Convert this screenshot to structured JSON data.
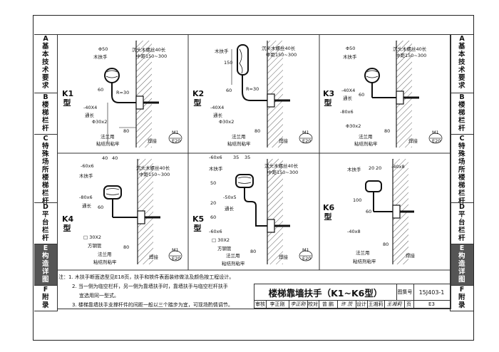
{
  "left_tabs": [
    {
      "letter": "A",
      "label": "基本技术要求",
      "active": false
    },
    {
      "letter": "B",
      "label": "楼梯栏杆",
      "active": false
    },
    {
      "letter": "C",
      "label": "特殊场所楼梯栏杆",
      "active": false
    },
    {
      "letter": "D",
      "label": "平台栏杆",
      "active": false
    },
    {
      "letter": "E",
      "label": "构造详图",
      "active": true
    },
    {
      "letter": "F",
      "label": "附录",
      "active": false
    }
  ],
  "right_tabs": [
    {
      "letter": "A",
      "label": "基本技术要求",
      "active": false
    },
    {
      "letter": "B",
      "label": "楼梯栏杆",
      "active": false
    },
    {
      "letter": "C",
      "label": "特殊场所楼梯栏杆",
      "active": false
    },
    {
      "letter": "D",
      "label": "平台栏杆",
      "active": false
    },
    {
      "letter": "E",
      "label": "构造详图",
      "active": true
    },
    {
      "letter": "F",
      "label": "附录",
      "active": false
    }
  ],
  "panels": [
    {
      "type": "K1",
      "type_word": "型",
      "labels": [
        "Φ50",
        "木扶手",
        "沉头木螺丝40长",
        "中距150~300",
        "-40X4",
        "通长",
        "Φ30x2",
        "法兰用",
        "粘结剂粘牢",
        "焊接",
        "60",
        "80",
        "R=30",
        "M1",
        "E20"
      ]
    },
    {
      "type": "K2",
      "type_word": "型",
      "labels": [
        "木扶手",
        "沉头木螺丝40长",
        "中距150~300",
        "-40X4",
        "通长",
        "Φ30x2",
        "法兰用",
        "粘结剂粘牢",
        "焊接",
        "150",
        "60",
        "80",
        "R=30",
        "M1",
        "E20"
      ]
    },
    {
      "type": "K3",
      "type_word": "型",
      "labels": [
        "Φ50",
        "木扶手",
        "沉头木螺丝40长",
        "中距150~300",
        "-40X4",
        "通长",
        "-80x6",
        "Φ30x2",
        "法兰用",
        "粘结剂粘牢",
        "焊接",
        "60",
        "80",
        "M1",
        "E20"
      ]
    },
    {
      "type": "K4",
      "type_word": "型",
      "labels": [
        "-60x6",
        "40",
        "40",
        "木扶手",
        "沉头木螺丝40长",
        "中距150~300",
        "-80x6",
        "通长",
        "□ 30X2",
        "方钢管",
        "法兰用",
        "粘结剂粘牢",
        "焊接",
        "60",
        "80",
        "M1",
        "E20"
      ]
    },
    {
      "type": "K5",
      "type_word": "型",
      "labels": [
        "-60x6",
        "35",
        "35",
        "木扶手",
        "沉头木螺丝40长",
        "中距150~300",
        "-50x5",
        "通长",
        "-60x6",
        "□ 30X2",
        "方钢管",
        "法兰用",
        "粘结剂粘牢",
        "焊接",
        "50",
        "20",
        "60",
        "80",
        "M1",
        "E20"
      ]
    },
    {
      "type": "K6",
      "type_word": "型",
      "labels": [
        "木扶手",
        "20",
        "20",
        "-40x8",
        "100",
        "-40x8",
        "法兰用",
        "粘结剂粘牢",
        "焊接",
        "60",
        "80"
      ]
    }
  ],
  "notes": [
    "注：1. 木扶手断面选型见E18页，扶手和铁件表面装修做法及颜色按工程设计。",
    "2. 当一侧为临空栏杆，另一侧为靠墙扶手时，靠墙扶手与临空栏杆扶手",
    "宜选用同一型式。",
    "3. 楼梯靠墙扶手支撑杆件的间距一般以三个踏步为宜，可现场酌情调节。"
  ],
  "title_block": {
    "title": "楼梯靠墙扶手（K1~K6型）",
    "atlas_label": "图集号",
    "atlas_no": "15J403-1",
    "review_label": "审核",
    "reviewer": "李正刚",
    "reviewer_sig": "李正刚",
    "check_label": "校对",
    "checker": "曾 鹏",
    "checker_sig": "许 茨",
    "design_label": "设计",
    "designer": "王湘莉",
    "designer_sig": "王湘莉",
    "page_label": "页",
    "page": "E3"
  }
}
